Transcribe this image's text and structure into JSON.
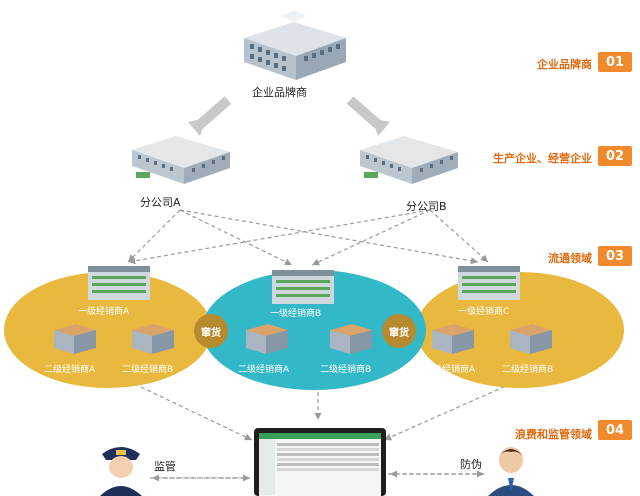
{
  "top": {
    "label": "企业品牌商"
  },
  "branches": [
    {
      "label": "分公司A"
    },
    {
      "label": "分公司B"
    }
  ],
  "clusters": [
    {
      "primary": "一级经销商A",
      "secondary": [
        "二级经销商A",
        "二级经销商B"
      ]
    },
    {
      "primary": "一级经销商B",
      "secondary": [
        "二级经销商A",
        "二级经销商B"
      ]
    },
    {
      "primary": "一级经销商C",
      "secondary": [
        "二级经销商A",
        "二级经销商B"
      ]
    }
  ],
  "swap_labels": [
    "窜货",
    "窜货"
  ],
  "consumer": {
    "supervise_label": "监管",
    "anti_fake_label": "防伪"
  },
  "side": [
    {
      "label": "企业品牌商",
      "num": "01"
    },
    {
      "label": "生产企业、经营企业",
      "num": "02"
    },
    {
      "label": "流通领域",
      "num": "03"
    },
    {
      "label": "浪费和监管领域",
      "num": "04"
    }
  ],
  "colors": {
    "yellow": "#e9b83f",
    "teal": "#33b8c8",
    "orange": "#f08a2c",
    "swap": "#b88a2e"
  }
}
